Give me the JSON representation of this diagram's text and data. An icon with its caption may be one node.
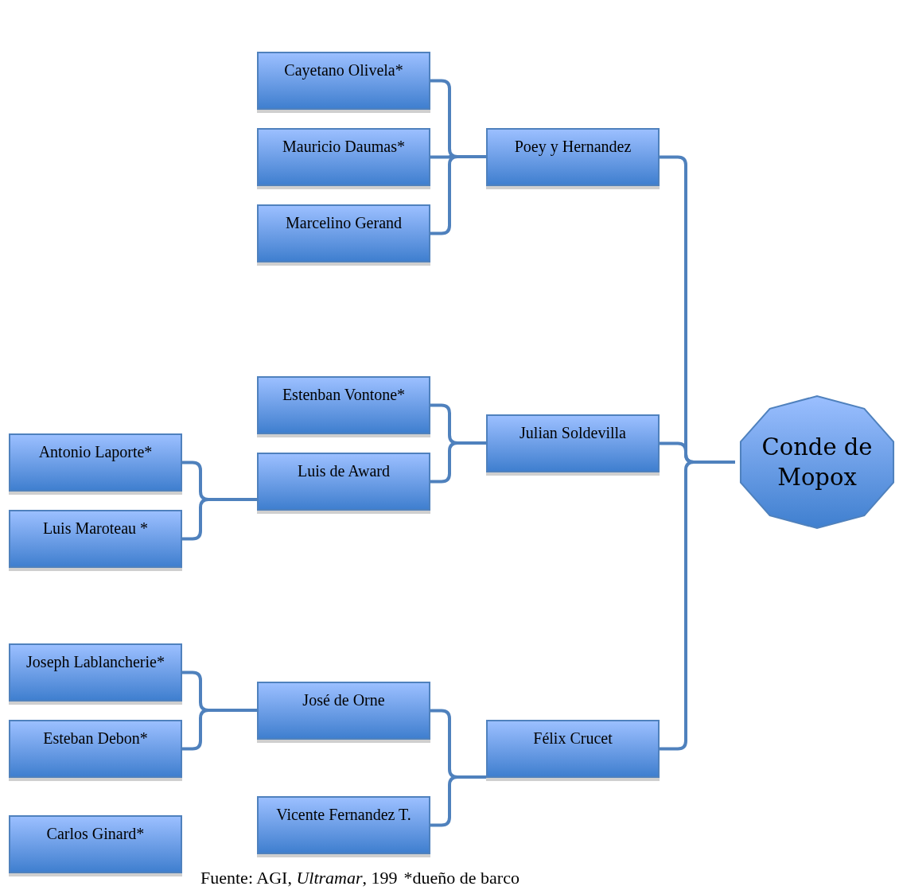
{
  "diagram": {
    "caption": "Fuente: AGI, *Ultramar*, 199",
    "nodes": [
      {
        "text": [
          "Cayetano Olivela*"
        ]
      },
      {
        "text": [
          "Mauricio Daumas*"
        ]
      },
      {
        "text": [
          "Marcelino Gerand"
        ]
      },
      {
        "text": [
          "Poey y Hernandez"
        ]
      },
      {
        "text": [
          "Estenban Vontone*"
        ]
      },
      {
        "text": [
          "Luis de Award"
        ]
      },
      {
        "text": [
          "Julian Soldevilla"
        ]
      },
      {
        "text": [
          "Antonio Laporte*"
        ]
      },
      {
        "text": [
          "Luis Maroteau *"
        ]
      },
      {
        "text": [
          "Joseph Lablancherie*"
        ]
      },
      {
        "text": [
          "Esteban Debon*"
        ]
      },
      {
        "text": [
          "José de Orne"
        ]
      },
      {
        "text": [
          "Vicente Fernandez T."
        ]
      },
      {
        "text": [
          "Félix Crucet"
        ]
      },
      {
        "text": [
          "Carlos Ginard*"
        ]
      },
      {
        "text": [
          "Conde de Mopox"
        ]
      }
    ],
    "edges": [
      {
        "from": 0,
        "to": 3,
        "arrow": "none"
      },
      {
        "from": 1,
        "to": 3,
        "arrow": "none"
      },
      {
        "from": 2,
        "to": 3,
        "arrow": "none"
      },
      {
        "from": 4,
        "to": 6,
        "arrow": "none"
      },
      {
        "from": 5,
        "to": 6,
        "arrow": "none"
      },
      {
        "from": 7,
        "to": 5,
        "arrow": "none"
      },
      {
        "from": 8,
        "to": 5,
        "arrow": "none"
      },
      {
        "from": 9,
        "to": 11,
        "arrow": "none"
      },
      {
        "from": 10,
        "to": 11,
        "arrow": "none"
      },
      {
        "from": 11,
        "to": 13,
        "arrow": "none"
      },
      {
        "from": 12,
        "to": 13,
        "arrow": "none"
      },
      {
        "from": 3,
        "to": 15,
        "arrow": "none"
      },
      {
        "from": 6,
        "to": 15,
        "arrow": "none"
      },
      {
        "from": 13,
        "to": 15,
        "arrow": "none"
      }
    ],
    "labels": [
      "*dueño de barco"
    ]
  }
}
